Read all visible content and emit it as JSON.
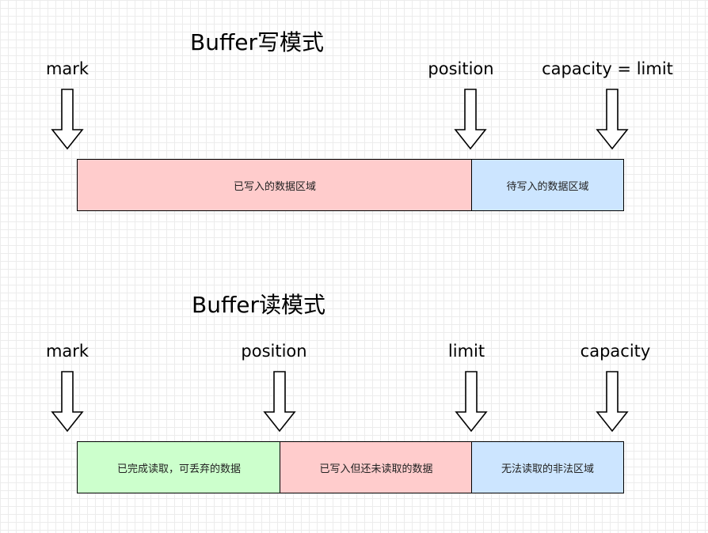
{
  "write_mode": {
    "title": "Buffer写模式",
    "labels": {
      "mark": "mark",
      "position": "position",
      "capacity_limit": "capacity = limit"
    },
    "regions": {
      "written": {
        "text": "已写入的数据区域",
        "color": "#ffcccc"
      },
      "to_write": {
        "text": "待写入的数据区域",
        "color": "#cce5ff"
      }
    }
  },
  "read_mode": {
    "title": "Buffer读模式",
    "labels": {
      "mark": "mark",
      "position": "position",
      "limit": "limit",
      "capacity": "capacity"
    },
    "regions": {
      "read_done": {
        "text": "已完成读取，可丢弃的数据",
        "color": "#ccffcc"
      },
      "unread": {
        "text": "已写入但还未读取的数据",
        "color": "#ffcccc"
      },
      "illegal": {
        "text": "无法读取的非法区域",
        "color": "#cce5ff"
      }
    }
  },
  "arrow_icon": "hollow-down-arrow-icon"
}
